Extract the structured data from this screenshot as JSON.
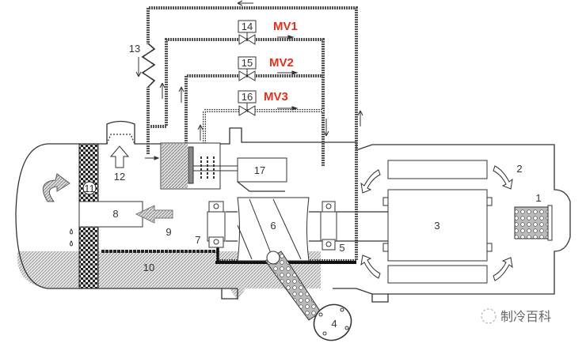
{
  "diagram": {
    "labels": {
      "n1": "1",
      "n2": "2",
      "n3": "3",
      "n4": "4",
      "n5": "5",
      "n6": "6",
      "n7": "7",
      "n8": "8",
      "n9": "9",
      "n10": "10",
      "n11": "11",
      "n12": "12",
      "n13": "13",
      "n14": "14",
      "n15": "15",
      "n16": "16",
      "n17": "17"
    },
    "valves": [
      {
        "id": "14",
        "name": "MV1"
      },
      {
        "id": "15",
        "name": "MV2"
      },
      {
        "id": "16",
        "name": "MV3"
      }
    ],
    "watermark": "制冷百科",
    "colors": {
      "valve_label": "#e0301e",
      "line": "#333333",
      "oil": "#cfcfcf"
    }
  }
}
